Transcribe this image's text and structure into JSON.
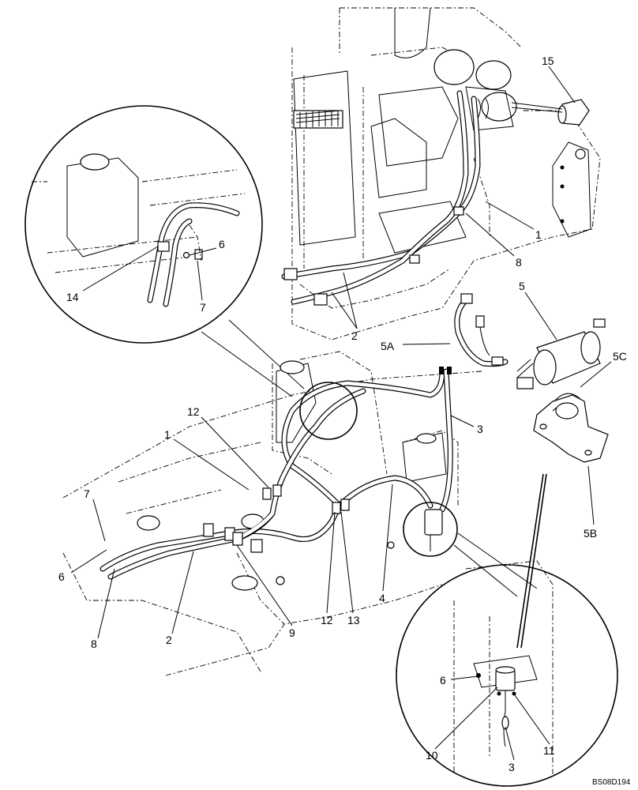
{
  "figure": {
    "reference_code": "BS08D194"
  },
  "callouts": {
    "c15": "15",
    "c1_top": "1",
    "c8_top": "8",
    "c2_top": "2",
    "c5": "5",
    "c5a": "5A",
    "c5c": "5C",
    "c5b": "5B",
    "c3_mid": "3",
    "c14": "14",
    "c6_detail": "6",
    "c7_detail": "7",
    "c12_left": "12",
    "c1_left": "1",
    "c7_left": "7",
    "c6_left": "6",
    "c8_left": "8",
    "c2_left": "2",
    "c9": "9",
    "c12_mid": "12",
    "c13": "13",
    "c4": "4",
    "c6_bottom": "6",
    "c10": "10",
    "c11": "11",
    "c3_bottom": "3"
  }
}
